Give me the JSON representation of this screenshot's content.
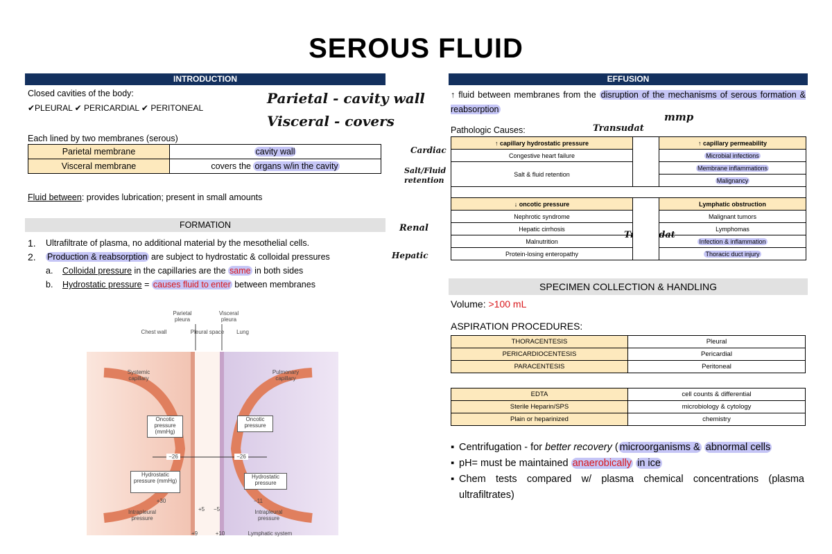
{
  "title": "SEROUS FLUID",
  "intro": {
    "header": "INTRODUCTION",
    "line1": "Closed cavities of the body:",
    "line2": "✔PLEURAL ✔ PERICARDIAL ✔ PERITONEAL",
    "handwrite1": "Parietal - cavity wall",
    "handwrite2": "Visceral - covers",
    "line3": "Each lined by two membranes (serous)",
    "membranes": [
      {
        "name": "Parietal membrane",
        "desc": "cavity wall"
      },
      {
        "name": "Visceral membrane",
        "desc_prefix": "covers the ",
        "desc": "organs w/in the cavity"
      }
    ],
    "fluid_label": "Fluid between",
    "fluid_text": ": provides lubrication; present in small amounts"
  },
  "formation": {
    "header": "FORMATION",
    "item1_num": "1.",
    "item1": "Ultrafiltrate of plasma, no additional material by the mesothelial cells.",
    "item2_num": "2.",
    "item2_hl": "Production & reabsorption",
    "item2_rest": " are subject to hydrostatic & colloidal pressures",
    "a_mark": "a.",
    "a_label": "Colloidal pressure",
    "a_mid": " in the capillaries are the ",
    "a_hl": "same",
    "a_end": " in both sides",
    "b_mark": "b.",
    "b_label": "Hydrostatic pressure",
    "b_eq": " = ",
    "b_hl": "causes fluid to enter",
    "b_end": " between membranes"
  },
  "figure": {
    "parietal_pleura": "Parietal pleura",
    "visceral_pleura": "Visceral pleura",
    "chest_wall": "Chest wall",
    "pleural_space": "Pleural space",
    "lung": "Lung",
    "systemic_capillary": "Systemic capillary",
    "pulmonary_capillary": "Pulmonary capillary",
    "oncotic_left": "Oncotic pressure (mmHg)",
    "oncotic_right": "Oncotic pressure",
    "hydro_left": "Hydrostatic pressure (mmHg)",
    "hydro_right": "Hydrostatic pressure",
    "onc_val_left": "−26",
    "onc_val_right": "−26",
    "hydro_val_left": "+30",
    "hydro_val_right": "−11",
    "intra_left": "Intrapleural pressure",
    "intra_right": "Intrapleural pressure",
    "plus5": "+5",
    "minus5": "−5",
    "plus9": "+9",
    "plus10": "+10",
    "lymph": "Lymphatic system"
  },
  "effusion": {
    "header": "EFFUSION",
    "line1_prefix": "↑ fluid between membranes from the ",
    "line1_hl": "disruption of the mechanisms of serous formation & reabsorption",
    "hand_mmp": "mmp",
    "hand_mid": "Transudat",
    "hand_left1": "Cardiac",
    "hand_left2": "Salt/Fluid retention",
    "hand_left3": "Renal",
    "hand_left4": "Hepatic",
    "hand_brace": "Transudat",
    "pathologic": "Pathologic Causes:",
    "left_groups": [
      {
        "header": "↑ capillary hydrostatic pressure",
        "items": [
          "Congestive heart failure",
          "Salt & fluid retention"
        ]
      },
      {
        "header": "↓ oncotic pressure",
        "items": [
          "Nephrotic syndrome",
          "Hepatic cirrhosis",
          "Malnutrition",
          "Protein-losing enteropathy"
        ]
      }
    ],
    "right_groups": [
      {
        "header": "↑ capillary permeability",
        "items": [
          "Microbial infections",
          "Membrane inflammations",
          "Malignancy"
        ]
      },
      {
        "header": "Lymphatic obstruction",
        "items": [
          "Malignant tumors",
          "Lymphomas",
          "Infection & inflammation",
          "Thoracic duct injury"
        ]
      }
    ]
  },
  "specimen": {
    "header": "SPECIMEN COLLECTION & HANDLING",
    "volume_label": "Volume: ",
    "volume_value": ">100 mL",
    "aspiration": "ASPIRATION PROCEDURES:",
    "procedures": [
      {
        "name": "THORACENTESIS",
        "site": "Pleural"
      },
      {
        "name": "PERICARDIOCENTESIS",
        "site": "Pericardial"
      },
      {
        "name": "PARACENTESIS",
        "site": "Peritoneal"
      }
    ],
    "tubes": [
      {
        "name": "EDTA",
        "use": "cell counts & differential"
      },
      {
        "name": "Sterile Heparin/SPS",
        "use": "microbiology & cytology"
      },
      {
        "name": "Plain or heparinized",
        "use": "chemistry"
      }
    ],
    "bullets": {
      "b1_pre": "Centrifugation - for ",
      "b1_it": "better recovery",
      "b1_mid": " (",
      "b1_hl1": "microorganisms &",
      "b1_hl2": "abnormal cells",
      "b2_pre": "pH= must be maintained ",
      "b2_hl": "anaerobically",
      "b2_hl2": "in ice",
      "b3": "Chem tests compared w/ plasma chemical concentrations (plasma ultrafiltrates)"
    }
  },
  "colors": {
    "navy": "#13305e",
    "tan": "#fde9bd",
    "highlight": "#c5c5f6",
    "red": "#d9171b"
  }
}
